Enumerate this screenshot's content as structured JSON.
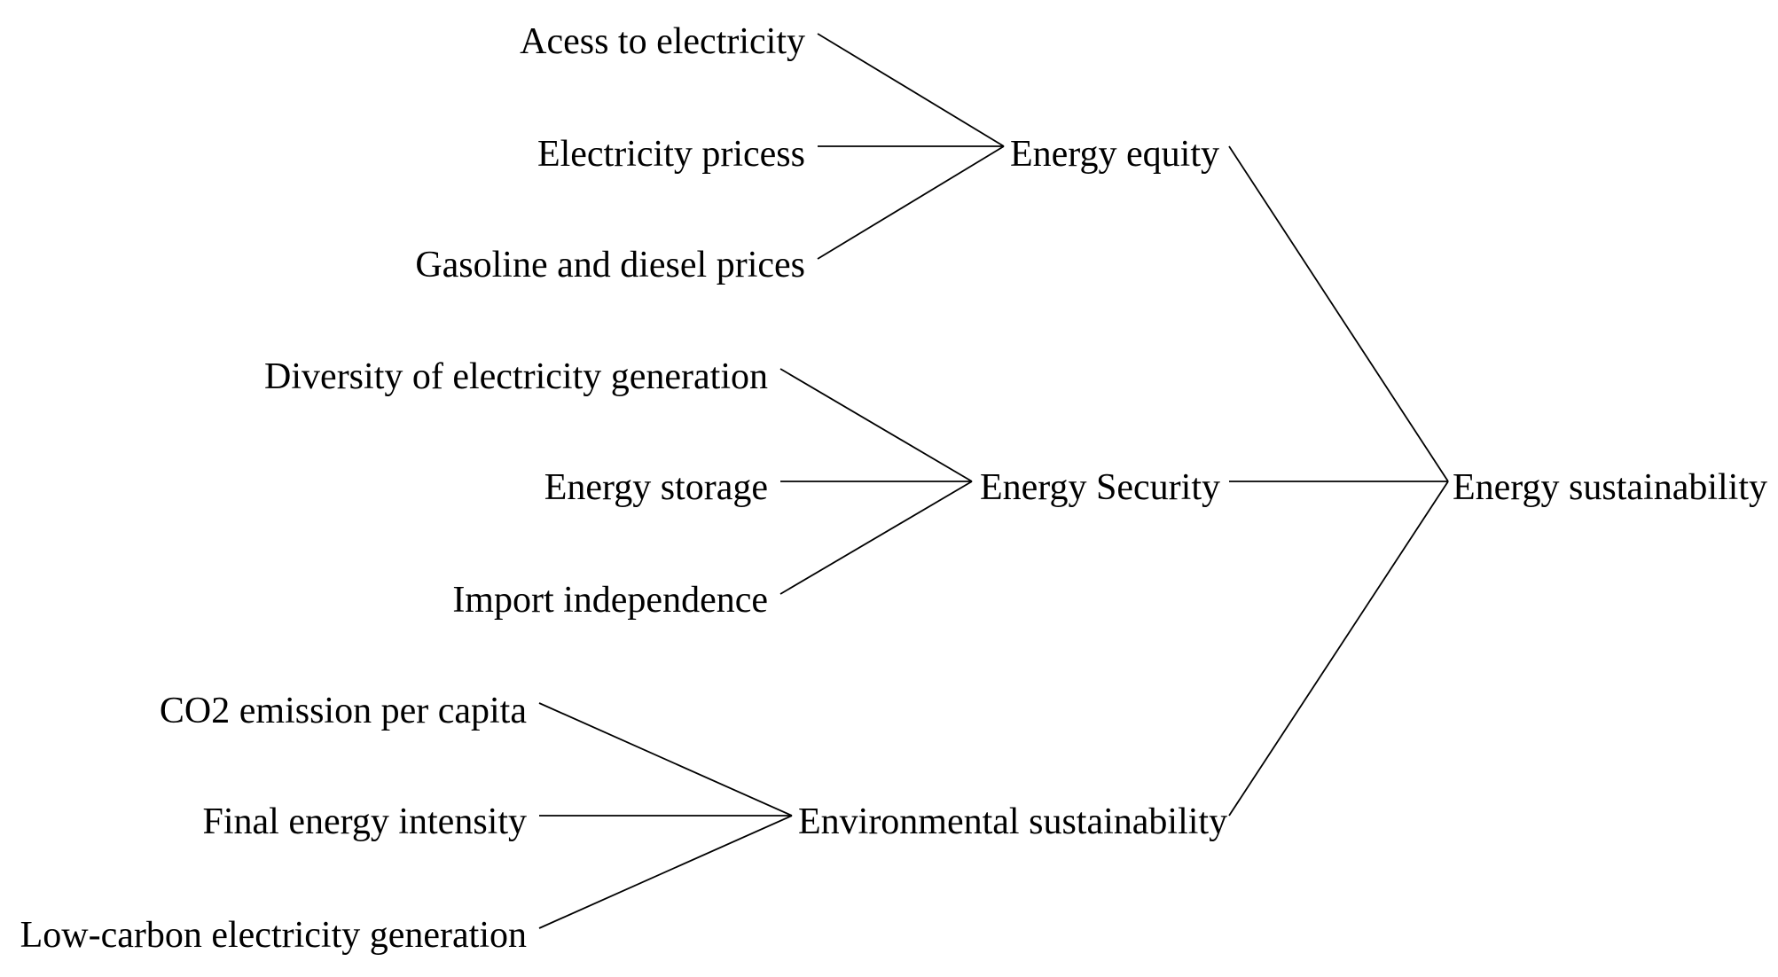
{
  "root": {
    "label": "Energy sustainability"
  },
  "dimensions": [
    {
      "label": "Energy equity",
      "indicators": [
        "Acess to electricity",
        "Electricity pricess",
        "Gasoline and diesel prices"
      ]
    },
    {
      "label": "Energy Security",
      "indicators": [
        "Diversity of electricity generation",
        "Energy storage",
        "Import independence"
      ]
    },
    {
      "label": "Environmental sustainability",
      "indicators": [
        "CO2 emission per capita",
        "Final energy intensity",
        "Low-carbon electricity generation"
      ]
    }
  ]
}
